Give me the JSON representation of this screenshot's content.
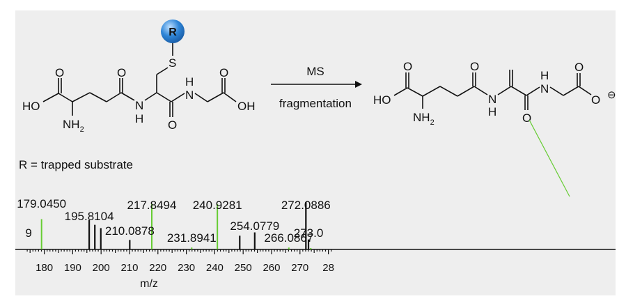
{
  "reactant": {
    "substituent_symbol": "R",
    "atoms": {
      "ho": "HO",
      "oh": "OH",
      "nh2": "NH",
      "nh2_sub": "2",
      "s": "S",
      "nh_left": "N",
      "h_left": "H",
      "nh_right": "N",
      "h_right": "H",
      "o": "O"
    }
  },
  "reaction": {
    "label_top": "MS",
    "label_bottom": "fragmentation"
  },
  "product": {
    "atoms": {
      "ho": "HO",
      "nh2": "NH",
      "nh2_sub": "2",
      "o": "O",
      "nh": "N",
      "h": "H",
      "o_minus_charge": "⊖"
    }
  },
  "legend_text": "R = trapped substrate",
  "colors": {
    "substituent_fill": "#2f86d8",
    "match_peak": "#66cc33",
    "connector": "#66cc33",
    "peak": "#111111"
  },
  "chart_data": {
    "type": "bar",
    "xlabel": "m/z",
    "xlim": [
      174,
      281
    ],
    "x_ticks": [
      180,
      190,
      200,
      210,
      220,
      230,
      240,
      250,
      260,
      270
    ],
    "x_tick_labels": [
      "180",
      "190",
      "200",
      "210",
      "220",
      "230",
      "240",
      "250",
      "260",
      "270",
      "28"
    ],
    "labels": [
      {
        "text": "179.0450",
        "mz": 179.045
      },
      {
        "text": "195.8104",
        "mz": 195.8104
      },
      {
        "text": "210.0878",
        "mz": 210.0878
      },
      {
        "text": "217.8494",
        "mz": 217.8494
      },
      {
        "text": "231.8941",
        "mz": 231.8941
      },
      {
        "text": "240.9281",
        "mz": 240.9281
      },
      {
        "text": "254.0779",
        "mz": 254.0779
      },
      {
        "text": "266.0867",
        "mz": 266.0867
      },
      {
        "text": "272.0886",
        "mz": 272.0886
      },
      {
        "text": "273.0",
        "mz": 273.0
      },
      {
        "text": "9",
        "mz": 174.5
      }
    ],
    "peaks": [
      {
        "mz": 179.045,
        "intensity": 0.64,
        "color": "green"
      },
      {
        "mz": 195.8104,
        "intensity": 0.62,
        "color": "black"
      },
      {
        "mz": 197.8,
        "intensity": 0.52,
        "color": "black"
      },
      {
        "mz": 199.9,
        "intensity": 0.45,
        "color": "black"
      },
      {
        "mz": 210.0878,
        "intensity": 0.2,
        "color": "black"
      },
      {
        "mz": 217.8494,
        "intensity": 0.96,
        "color": "green"
      },
      {
        "mz": 231.8941,
        "intensity": 0.04,
        "color": "green"
      },
      {
        "mz": 240.9281,
        "intensity": 0.96,
        "color": "green"
      },
      {
        "mz": 248.8,
        "intensity": 0.29,
        "color": "black"
      },
      {
        "mz": 254.0779,
        "intensity": 0.36,
        "color": "black"
      },
      {
        "mz": 266.0867,
        "intensity": 0.04,
        "color": "green"
      },
      {
        "mz": 272.0886,
        "intensity": 1.0,
        "color": "black"
      },
      {
        "mz": 273.0,
        "intensity": 0.21,
        "color": "black"
      },
      {
        "mz": 273.8,
        "intensity": 0.03,
        "color": "green"
      }
    ]
  }
}
